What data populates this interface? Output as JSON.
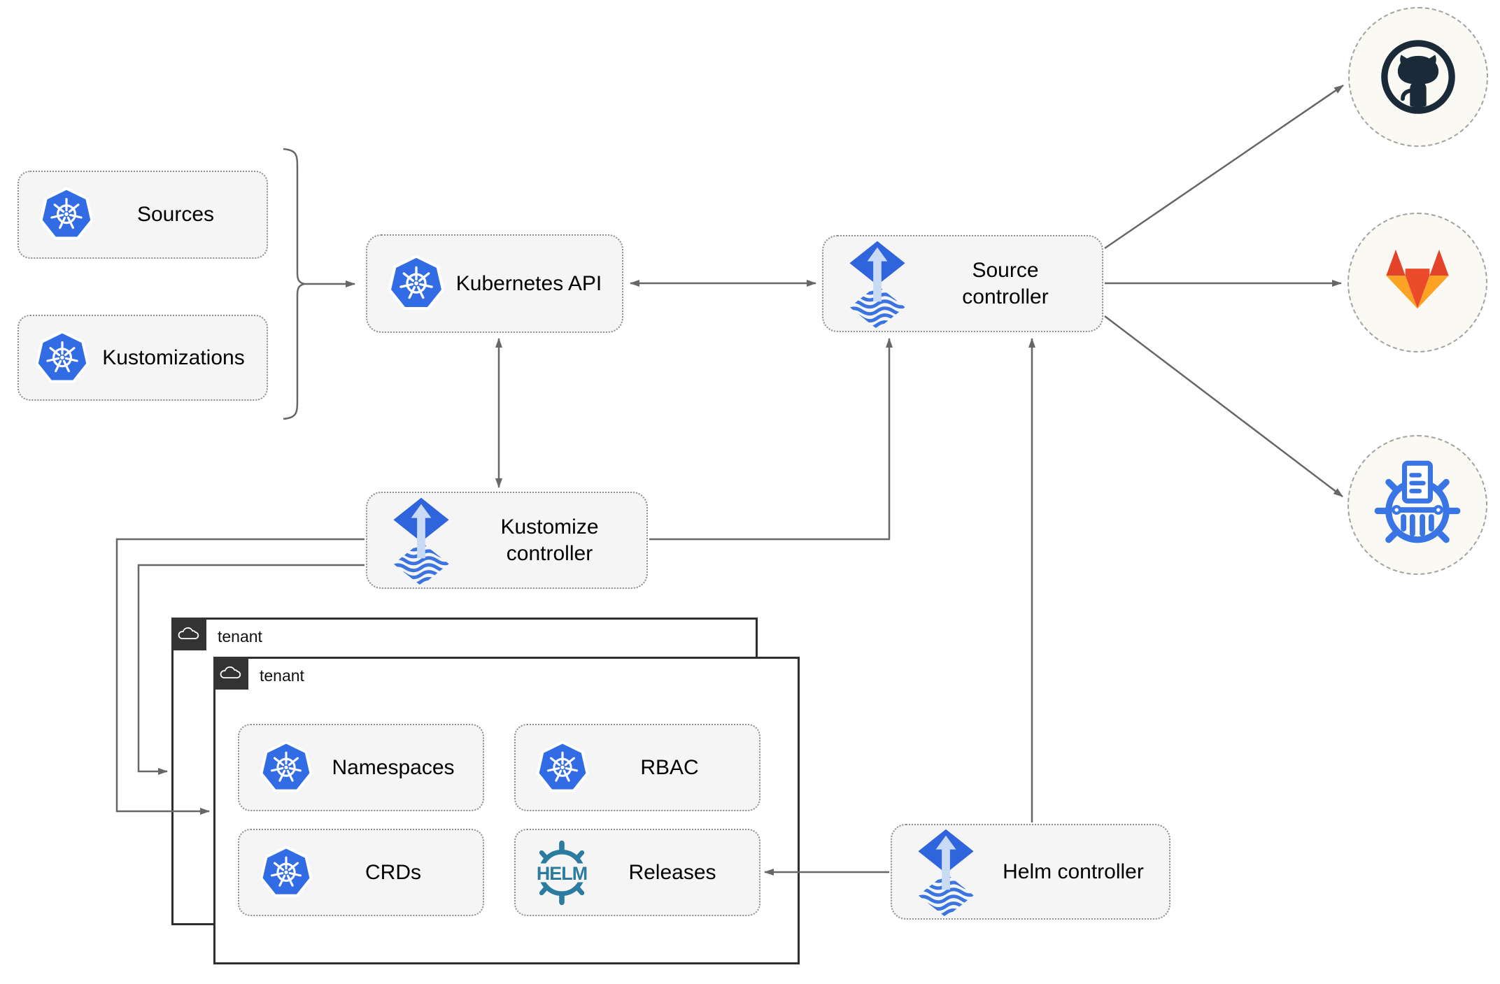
{
  "diagram": {
    "nodes": {
      "sources": "Sources",
      "kustomizations": "Kustomizations",
      "kubernetes_api": "Kubernetes API",
      "source_controller": "Source controller",
      "kustomize_controller": "Kustomize controller",
      "helm_controller": "Helm controller",
      "tenant_back": "tenant",
      "tenant_front": "tenant",
      "namespaces": "Namespaces",
      "rbac": "RBAC",
      "crds": "CRDs",
      "releases": "Releases"
    },
    "icons": {
      "kubernetes": "kubernetes-icon",
      "flux": "flux-icon",
      "helm_wordmark": "HELM",
      "cloud": "cloud-icon",
      "github": "github-icon",
      "gitlab": "gitlab-icon",
      "helm_repository": "helm-repository-icon"
    },
    "colors": {
      "kubernetes_blue": "#326ce5",
      "flux_blue": "#2f64dc",
      "flux_arrow_light": "#c9daf5",
      "helm_teal": "#2b7c9e",
      "github_dark": "#1b2a38",
      "gitlab_orange_dark": "#e24329",
      "gitlab_orange_mid": "#ec4b2b",
      "gitlab_orange_light": "#fca326",
      "helm_repository_blue": "#3a75e6",
      "node_fill": "#f5f5f6",
      "container_border": "#2e2e2e",
      "connector_gray": "#676767"
    },
    "edges": [
      {
        "from": "sources+kustomizations",
        "to": "kubernetes-api",
        "style": "arrow"
      },
      {
        "from": "kubernetes-api",
        "to": "source-controller",
        "style": "double-arrow"
      },
      {
        "from": "kubernetes-api",
        "to": "kustomize-controller",
        "style": "double-arrow"
      },
      {
        "from": "kustomize-controller",
        "to": "source-controller",
        "style": "arrow"
      },
      {
        "from": "kustomize-controller",
        "to": "tenant-back",
        "style": "arrow"
      },
      {
        "from": "kustomize-controller",
        "to": "tenant-front",
        "style": "arrow"
      },
      {
        "from": "helm-controller",
        "to": "source-controller",
        "style": "arrow"
      },
      {
        "from": "helm-controller",
        "to": "releases",
        "style": "arrow"
      },
      {
        "from": "source-controller",
        "to": "github",
        "style": "arrow"
      },
      {
        "from": "source-controller",
        "to": "gitlab",
        "style": "arrow"
      },
      {
        "from": "source-controller",
        "to": "helm-repository",
        "style": "arrow"
      }
    ]
  }
}
